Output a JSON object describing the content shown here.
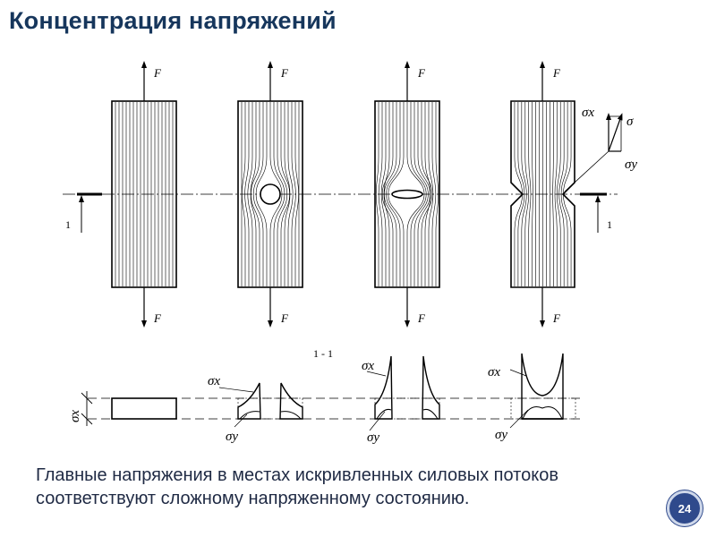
{
  "slide": {
    "title": "Концентрация напряжений",
    "caption": "Главные напряжения в местах искривленных силовых потоков соответствуют сложному напряженному состоянию.",
    "page_number": "24"
  },
  "diagram": {
    "force_label": "F",
    "section_number": "1",
    "section_label": "1 - 1",
    "sigma_x": "σx",
    "sigma_y": "σy",
    "sigma": "σ",
    "colors": {
      "title": "#16365c",
      "badge": "#2f4a8c"
    }
  }
}
